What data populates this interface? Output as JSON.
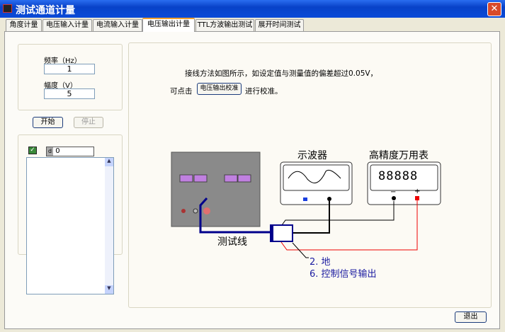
{
  "window": {
    "title": "测试通道计量",
    "close": "✕"
  },
  "tabs": [
    "角度计量",
    "电压输入计量",
    "电流输入计量",
    "电压输出计量",
    "TTL方波输出测试",
    "展开时间测试"
  ],
  "active_tab": 3,
  "params": {
    "freq_label": "频率（Hz）",
    "freq_value": "1",
    "amp_label": "幅度（V）",
    "amp_value": "5"
  },
  "buttons": {
    "start": "开始",
    "stop": "停止",
    "calibrate": "电压输出校准",
    "exit": "退出"
  },
  "log": {
    "index_prefix": "d",
    "index_value": "0"
  },
  "instructions": {
    "line1": "接线方法如图所示，如设定值与测量值的偏差超过0.05V，",
    "line2_pre": "可点击",
    "line2_post": "进行校准。"
  },
  "diagram": {
    "oscilloscope": "示波器",
    "multimeter": "高精度万用表",
    "display": "88888",
    "test_line": "测试线",
    "minus": "−",
    "plus": "+",
    "pin2": "2. 地",
    "pin6": "6. 控制信号输出"
  },
  "colors": {
    "title_bar": "#0842c8",
    "wire_blue": "#00008b",
    "wire_red": "#e00000",
    "label_blue": "#1a1aa0"
  }
}
